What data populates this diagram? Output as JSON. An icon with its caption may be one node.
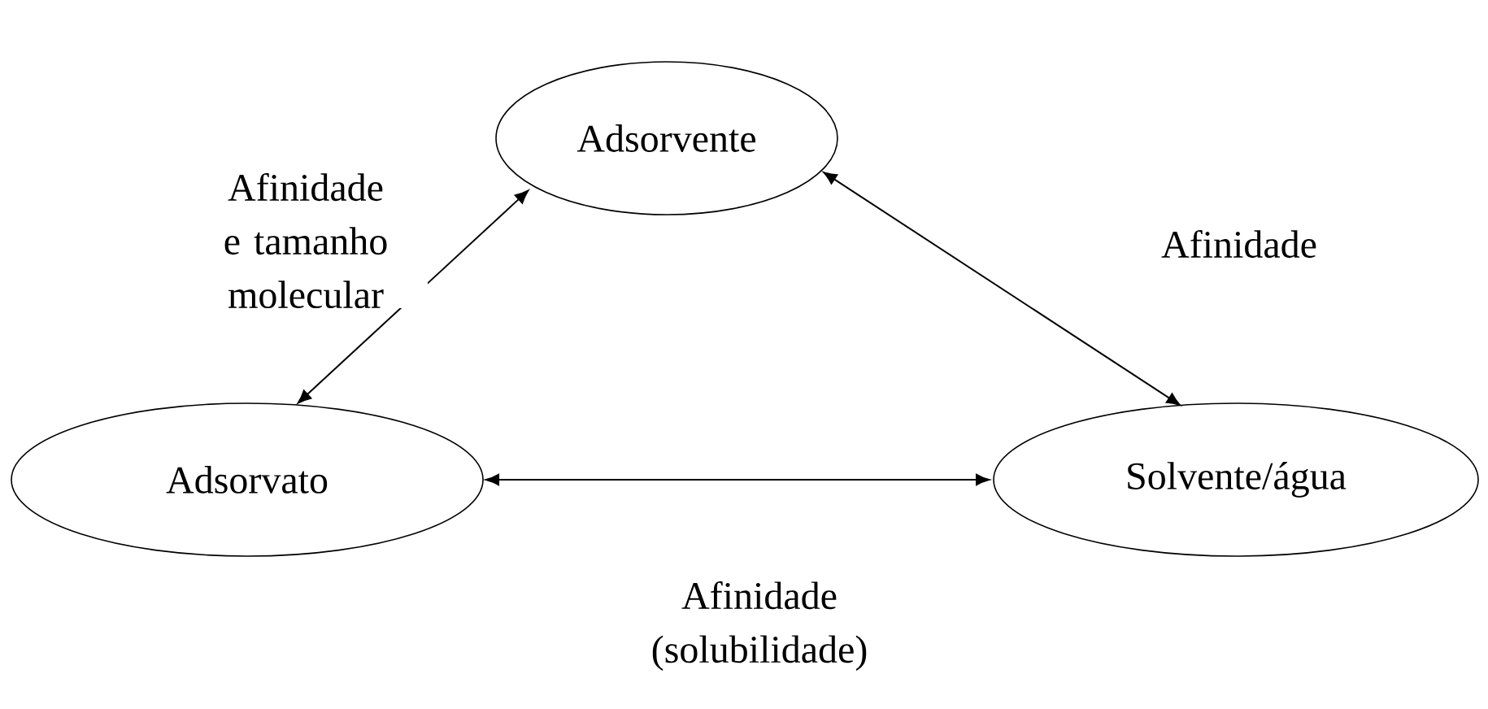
{
  "diagram": {
    "nodes": [
      {
        "text": [
          "Adsorvente"
        ]
      },
      {
        "text": [
          "Adsorvato"
        ]
      },
      {
        "text": [
          "Solvente/água"
        ]
      }
    ],
    "edges": [
      {
        "from": 1,
        "to": 0,
        "arrow": "both",
        "label": "Afinidade e tamanho molecular"
      },
      {
        "from": 0,
        "to": 2,
        "arrow": "both",
        "label": "Afinidade"
      },
      {
        "from": 1,
        "to": 2,
        "arrow": "both",
        "label": "Afinidade (solubilidade)"
      }
    ]
  }
}
